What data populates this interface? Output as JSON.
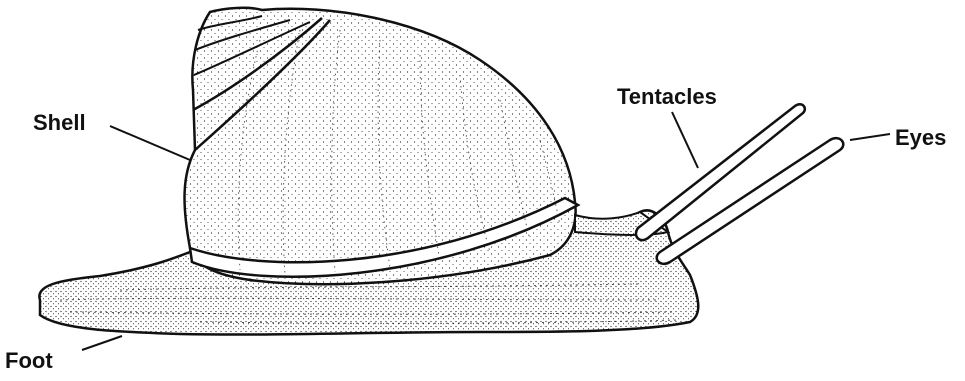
{
  "labels": {
    "shell": "Shell",
    "tentacles": "Tentacles",
    "eyes": "Eyes",
    "foot": "Foot"
  },
  "colors": {
    "ink": "#111111",
    "background": "#ffffff"
  }
}
